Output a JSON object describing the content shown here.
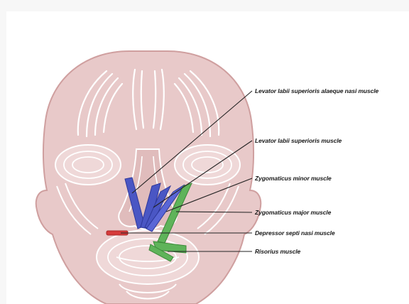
{
  "colors": {
    "face_fill": "#e8c9c9",
    "face_stroke": "#cf9f9f",
    "blue_muscle": "#4a56c4",
    "green_muscle": "#5fb35a",
    "red_muscle": "#d63b3b",
    "leader_line": "#222222"
  },
  "labels": [
    {
      "id": "levator-labii-alaeque",
      "text": "Levator labii superioris alaeque nasi muscle"
    },
    {
      "id": "levator-labii",
      "text": "Levator labii superioris muscle"
    },
    {
      "id": "zygomaticus-minor",
      "text": "Zygomaticus minor muscle"
    },
    {
      "id": "zygomaticus-major",
      "text": "Zygomaticus major muscle"
    },
    {
      "id": "depressor-septi",
      "text": "Depressor septi nasi muscle"
    },
    {
      "id": "risorius",
      "text": "Risorius muscle"
    }
  ]
}
